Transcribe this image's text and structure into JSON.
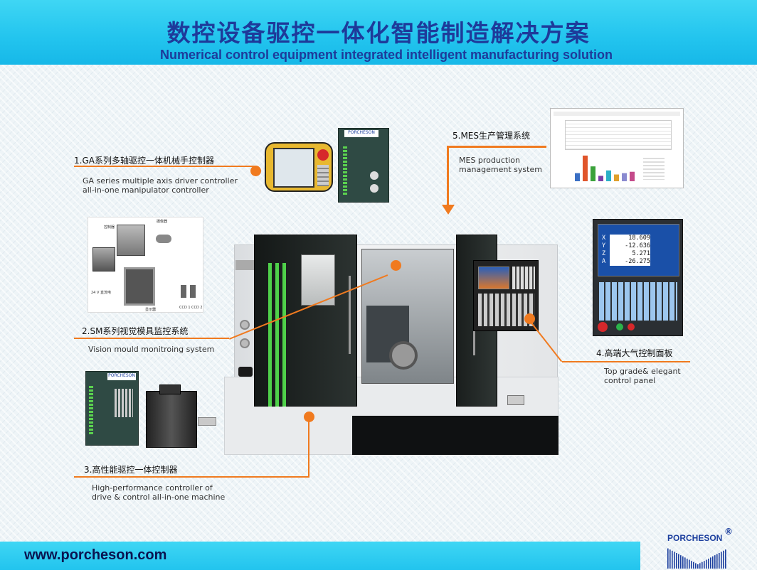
{
  "header": {
    "title": "数控设备驱控一体化智能制造解决方案",
    "subtitle": "Numerical control equipment integrated intelligent manufacturing solution"
  },
  "items": [
    {
      "label": "1.GA系列多轴驱控一体机械手控制器",
      "desc": "GA series multiple axis driver controller\nall-in-one manipulator controller"
    },
    {
      "label": "2.SM系列视觉模具监控系统",
      "desc": "Vision mould monitroing system"
    },
    {
      "label": "3.高性能驱控一体控制器",
      "desc": "High-performance controller of\ndrive & control all-in-one machine"
    },
    {
      "label": "4.高端大气控制面板",
      "desc": "Top grade& elegant\ncontrol panel"
    },
    {
      "label": "5.MES生产管理系统",
      "desc": "MES production\nmanagement system"
    }
  ],
  "vision_diagram": {
    "controller": "控制器",
    "camera": "摄像器",
    "power": "24 V 直流电",
    "display": "显示器",
    "ccd1": "CCD 1",
    "ccd2": "CCD 2"
  },
  "panel_readout": {
    "axes": [
      "X",
      "Y",
      "Z",
      "A"
    ],
    "values": [
      "18.609",
      "-12.636",
      "5.271",
      "-26.275"
    ]
  },
  "mes_chart": {
    "type": "bar",
    "values": [
      30,
      95,
      55,
      20,
      40,
      25,
      30,
      35
    ],
    "colors": [
      "#3a6fc4",
      "#e0552b",
      "#3aa23a",
      "#7a3fa8",
      "#2bb0c8",
      "#e0a02b",
      "#8a8ad0",
      "#c44a8a"
    ]
  },
  "footer": {
    "url": "www.porcheson.com",
    "brand": "PORCHESON",
    "reg": "®"
  }
}
